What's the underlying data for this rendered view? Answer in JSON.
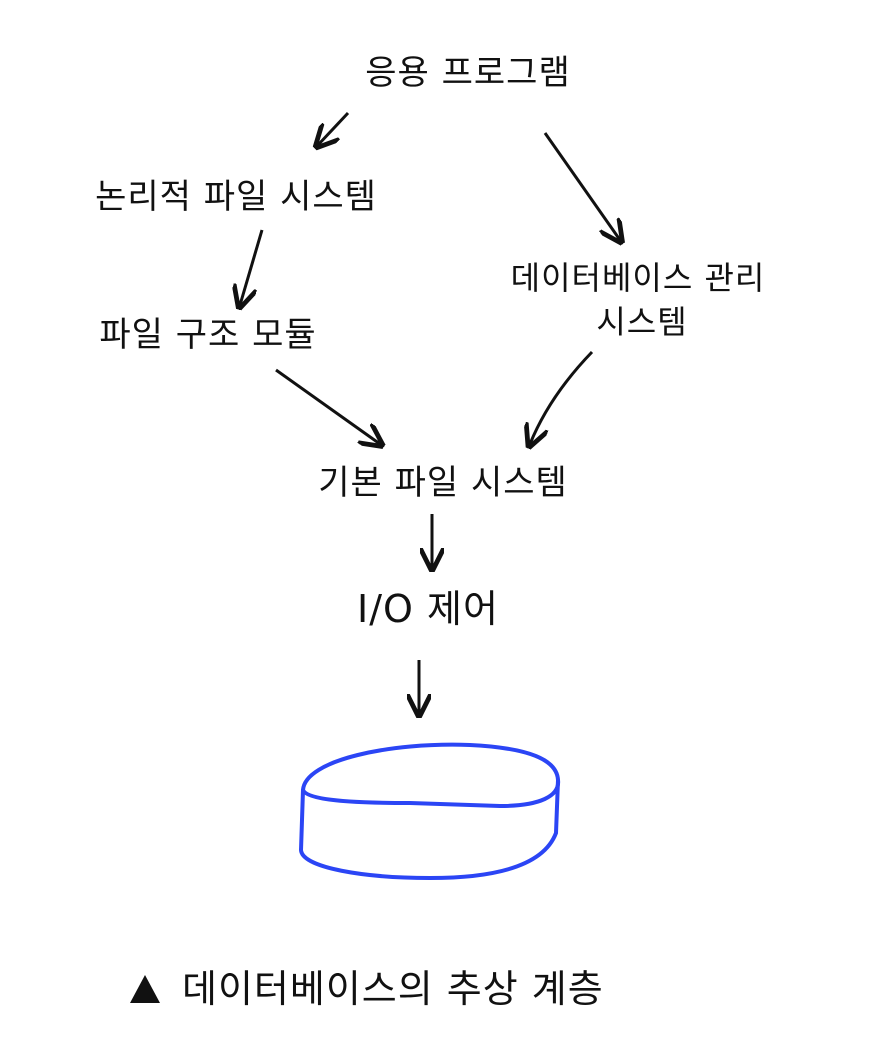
{
  "diagram": {
    "nodes": {
      "app_program": "응용 프로그램",
      "logical_fs": "논리적 파일 시스템",
      "dbms_line1": "데이터베이스 관리",
      "dbms_line2": "시스템",
      "file_org_module": "파일 구조 모듈",
      "basic_fs": "기본 파일 시스템",
      "io_control": "I/O 제어"
    },
    "storage_icon": "disk-cylinder-icon",
    "storage_color": "#2b45f5",
    "line_color": "#111111"
  },
  "caption": {
    "marker_icon": "triangle-icon",
    "text": "데이터베이스의 추상 계층"
  }
}
